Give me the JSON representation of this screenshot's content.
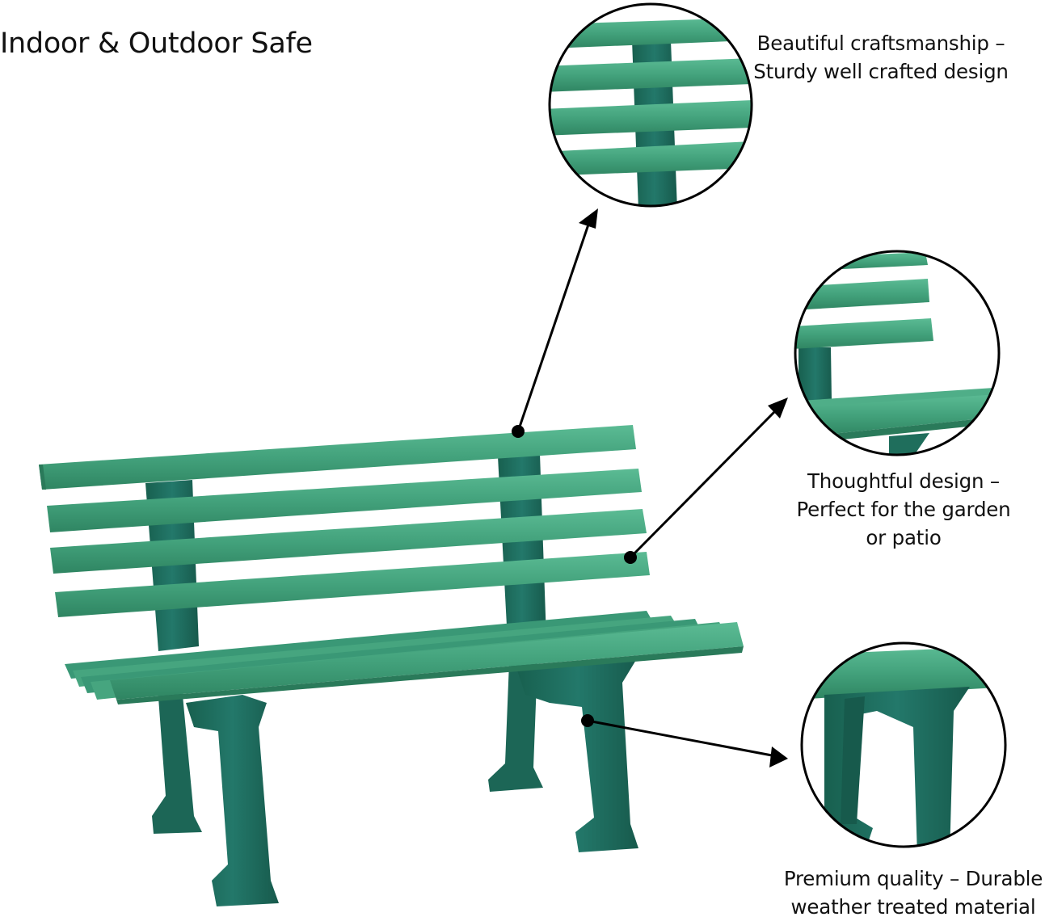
{
  "headline": "Indoor & Outdoor Safe",
  "features": [
    {
      "id": "craftsmanship",
      "lines": [
        "Beautiful craftsmanship –",
        "Sturdy well crafted design"
      ],
      "detail_view": "backrest-slats-closeup"
    },
    {
      "id": "design",
      "lines": [
        "Thoughtful design –",
        "Perfect for the garden",
        "or patio"
      ],
      "detail_view": "backrest-and-seat-corner-closeup"
    },
    {
      "id": "quality",
      "lines": [
        "Premium quality – Durable",
        "weather treated material"
      ],
      "detail_view": "leg-frame-closeup"
    }
  ],
  "product": {
    "name": "garden-bench",
    "backrest_slats": 4,
    "seat_slats": 5
  },
  "colors": {
    "slat": "#3f9e78",
    "slat_light": "#55b48d",
    "slat_dark": "#2c7f5e",
    "frame": "#1f6e5c",
    "frame_dark": "#175a4c",
    "outline": "#000000",
    "background": "#ffffff"
  }
}
